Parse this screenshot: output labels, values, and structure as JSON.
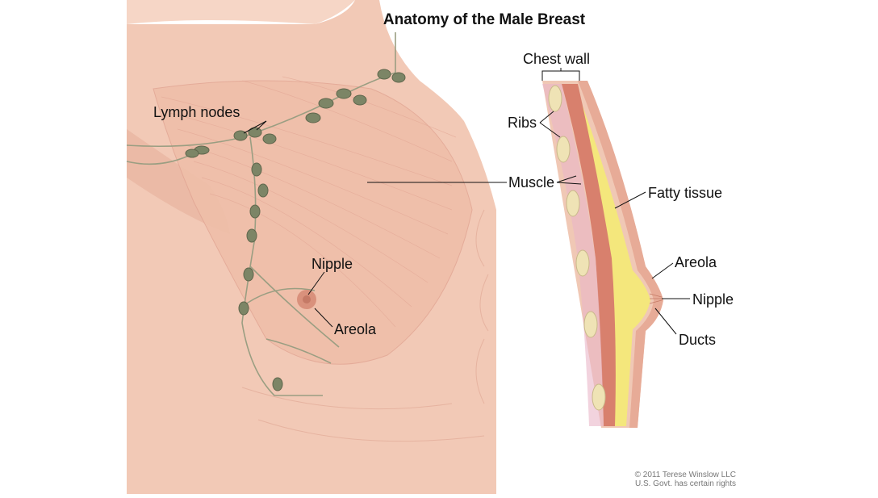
{
  "title": "Anatomy of the Male Breast",
  "front_view": {
    "labels": {
      "lymph_nodes": "Lymph nodes",
      "nipple": "Nipple",
      "areola": "Areola"
    }
  },
  "cross_section": {
    "labels": {
      "chest_wall": "Chest wall",
      "ribs": "Ribs",
      "muscle": "Muscle",
      "fatty_tissue": "Fatty tissue",
      "areola": "Areola",
      "nipple": "Nipple",
      "ducts": "Ducts"
    }
  },
  "credit": {
    "line1": "© 2011 Terese Winslow LLC",
    "line2": "U.S. Govt. has certain rights"
  },
  "colors": {
    "skin": "#f2c9b6",
    "skin_shadow": "#e3a896",
    "lymph": "#7c8566",
    "muscle": "#d8806d",
    "fat": "#f4e77c",
    "rib": "#efe3b5"
  }
}
